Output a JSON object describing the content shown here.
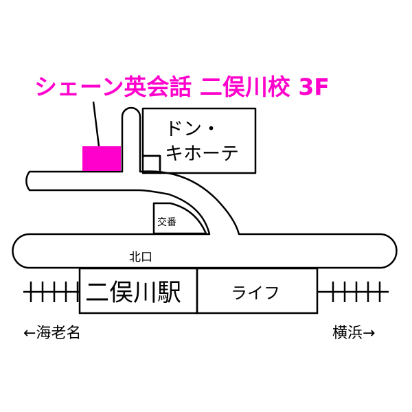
{
  "title": "シェーン英会話 二俣川校 3F",
  "colors": {
    "accent": "#ff00cc",
    "line": "#000000",
    "background": "#ffffff"
  },
  "labels": {
    "donki_line1": "ドン・",
    "donki_line2": "キホーテ",
    "koban": "交番",
    "kitaguchi": "北口",
    "station": "二俣川駅",
    "life": "ライフ",
    "to_ebina": "←海老名",
    "to_yokohama": "横浜→"
  }
}
